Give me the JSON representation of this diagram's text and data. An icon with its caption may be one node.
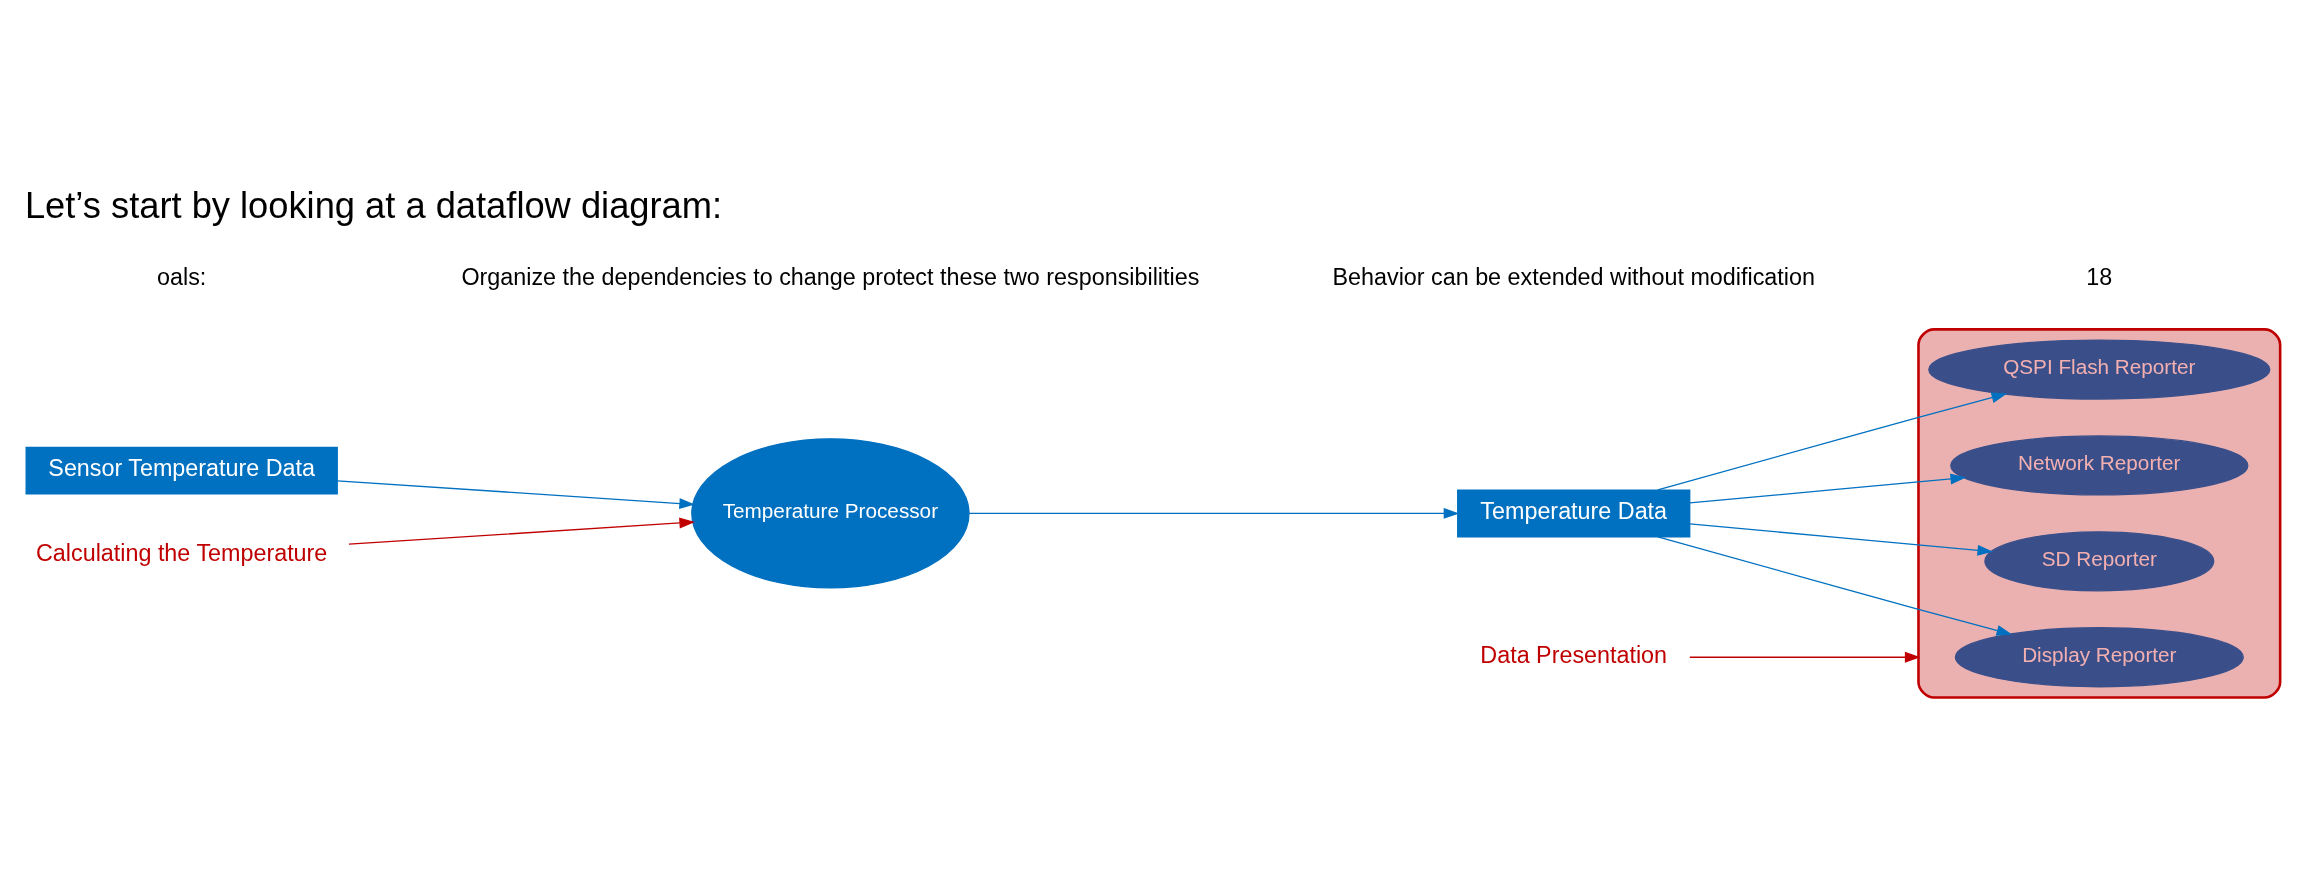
{
  "diagram": {
    "title": "Let’s start by looking at a dataflow diagram:",
    "nodes": [
      {
        "text": [
          "Sensor Temperature Data"
        ]
      },
      {
        "text": [
          "Temperature Processor"
        ]
      },
      {
        "text": [
          "Temperature Data"
        ]
      },
      {
        "text": [],
        "shape": "ellipse"
      },
      {
        "text": [
          "Display Reporter"
        ],
        "in": 3
      },
      {
        "text": [
          "Network Reporter"
        ],
        "in": 3
      },
      {
        "text": [
          "SD Reporter"
        ],
        "in": 3
      },
      {
        "text": [
          "QSPI Flash Reporter"
        ],
        "in": 3
      },
      {
        "text": [
          "Data Presentation"
        ]
      },
      {
        "text": [
          "Calculating the Temperature"
        ]
      }
    ],
    "edges": [
      {
        "from": 0,
        "to": 1,
        "arrow": "to"
      },
      {
        "from": 1,
        "to": 2,
        "arrow": "to"
      },
      {
        "from": 2,
        "to": 4,
        "arrow": "to"
      },
      {
        "from": 2,
        "to": 5,
        "arrow": "to"
      },
      {
        "from": 2,
        "to": 6,
        "arrow": "to"
      },
      {
        "from": 2,
        "to": 7,
        "arrow": "to"
      },
      {
        "from": 8,
        "to": 3,
        "arrow": "to",
        "color": "#c00000"
      },
      {
        "from": 9,
        "to": 1,
        "arrow": "to",
        "color": "#c00000"
      }
    ],
    "labels": [
      "oals:",
      "Organize the dependencies to change protect these two responsibilities",
      "Behavior can be extended without modification",
      "18"
    ]
  }
}
